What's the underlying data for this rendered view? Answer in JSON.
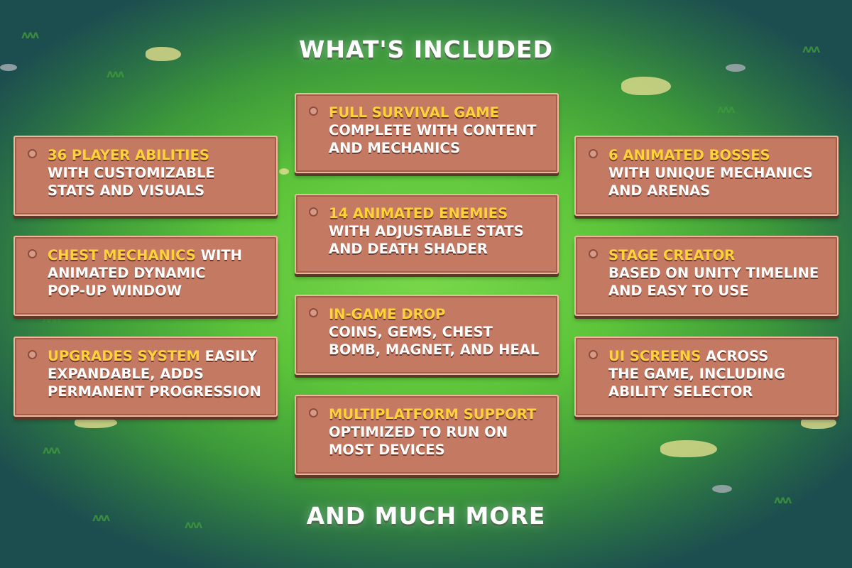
{
  "title": "WHAT'S INCLUDED",
  "footer": "AND MUCH MORE",
  "colors": {
    "card": "#c47962",
    "highlight": "#ffd23a",
    "text": "#ffffff"
  },
  "features": {
    "abilities": {
      "highlight": "36 PLAYER ABILITIES",
      "rest_line1": "",
      "line2": "WITH CUSTOMIZABLE",
      "line3": "STATS AND VISUALS"
    },
    "chest": {
      "highlight": "CHEST MECHANICS",
      "rest_line1": " WITH",
      "line2": "ANIMATED DYNAMIC",
      "line3": "POP-UP WINDOW"
    },
    "upgrades": {
      "highlight": "UPGRADES SYSTEM",
      "rest_line1": " EASILY",
      "line2": "EXPANDABLE, ADDS",
      "line3": "PERMANENT PROGRESSION"
    },
    "survival": {
      "highlight": "FULL SURVIVAL GAME",
      "rest_line1": "",
      "line2": "COMPLETE WITH CONTENT",
      "line3": "AND MECHANICS"
    },
    "enemies": {
      "highlight": "14 ANIMATED ENEMIES",
      "rest_line1": "",
      "line2": "WITH ADJUSTABLE STATS",
      "line3": "AND DEATH SHADER"
    },
    "drop": {
      "highlight": "IN-GAME DROP",
      "rest_line1": "",
      "line2": "COINS, GEMS, CHEST",
      "line3": "BOMB, MAGNET, AND HEAL"
    },
    "platform": {
      "highlight": "MULTIPLATFORM SUPPORT",
      "rest_line1": "",
      "line2": "OPTIMIZED TO RUN ON",
      "line3": "MOST DEVICES"
    },
    "bosses": {
      "highlight": "6 ANIMATED BOSSES",
      "rest_line1": "",
      "line2": "WITH UNIQUE MECHANICS",
      "line3": "AND ARENAS"
    },
    "stage": {
      "highlight": "STAGE CREATOR",
      "rest_line1": "",
      "line2": "BASED ON UNITY TIMELINE",
      "line3": "AND EASY TO USE"
    },
    "ui": {
      "highlight": "UI SCREENS",
      "rest_line1": " ACROSS",
      "line2": "THE GAME, INCLUDING",
      "line3": "ABILITY SELECTOR"
    }
  }
}
